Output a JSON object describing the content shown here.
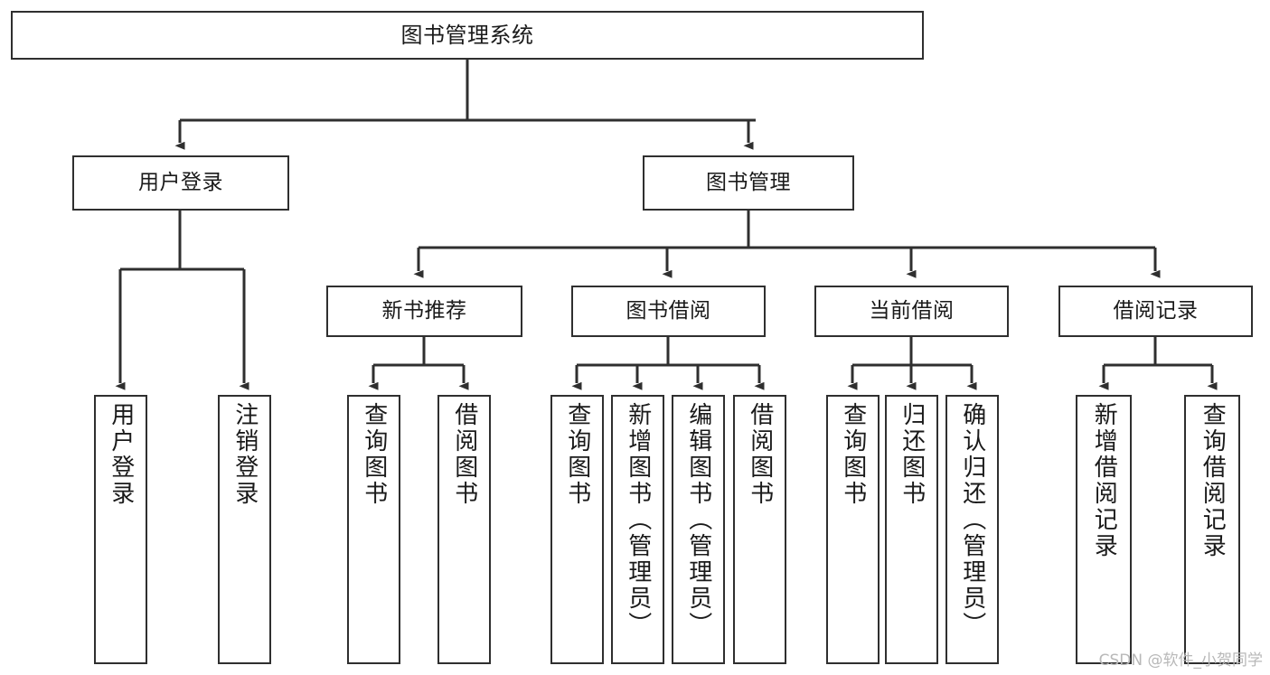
{
  "diagram": {
    "type": "tree",
    "title": "图书管理系统",
    "watermark": "CSDN @软件_小贺同学",
    "colors": {
      "stroke": "#2f2f2f",
      "fill": "#ffffff",
      "text": "#1a1a1a",
      "watermark": "#b8b8b8"
    },
    "root": {
      "label": "图书管理系统"
    },
    "level1": [
      {
        "label": "用户登录"
      },
      {
        "label": "图书管理"
      }
    ],
    "level2": [
      {
        "label": "新书推荐"
      },
      {
        "label": "图书借阅"
      },
      {
        "label": "当前借阅"
      },
      {
        "label": "借阅记录"
      }
    ],
    "leaves": {
      "user_login": [
        {
          "label": "用户登录"
        },
        {
          "label": "注销登录"
        }
      ],
      "new_book_recommend": [
        {
          "label": "查询图书"
        },
        {
          "label": "借阅图书"
        }
      ],
      "book_borrow": [
        {
          "label": "查询图书"
        },
        {
          "label": "新增图书（管理员）"
        },
        {
          "label": "编辑图书（管理员）"
        },
        {
          "label": "借阅图书"
        }
      ],
      "current_borrow": [
        {
          "label": "查询图书"
        },
        {
          "label": "归还图书"
        },
        {
          "label": "确认归还（管理员）"
        }
      ],
      "borrow_record": [
        {
          "label": "新增借阅记录"
        },
        {
          "label": "查询借阅记录"
        }
      ]
    }
  }
}
